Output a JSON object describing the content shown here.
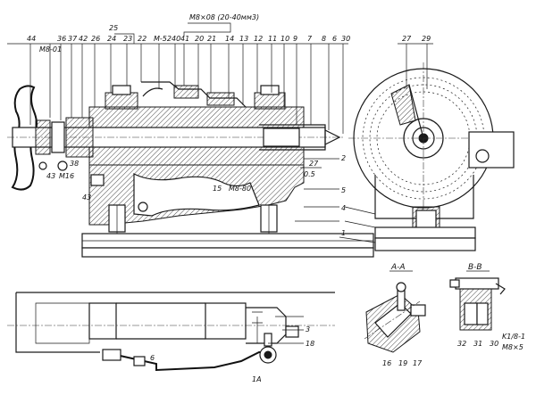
{
  "labels": {
    "top_left": [
      "44",
      "M8-01",
      "36",
      "37",
      "42",
      "26",
      "24",
      "23",
      "22",
      "M-52",
      "40",
      "41",
      "20",
      "21",
      "14",
      "13",
      "12",
      "11",
      "10",
      "9",
      "7",
      "8",
      "6",
      "30"
    ],
    "n25": "25",
    "note_top": "M8×08 (20-40мм3)",
    "right_top": [
      "27",
      "29"
    ],
    "mid_left": [
      "43",
      "M16",
      "38",
      "43"
    ],
    "mid_center": [
      "15",
      "M8-80"
    ],
    "mid_right": [
      "27",
      "0.5",
      "2",
      "5",
      "4",
      "1"
    ],
    "section_aa_title": "А-А",
    "section_bb_title": "В-В",
    "section_aa_labels": [
      "16",
      "19",
      "17"
    ],
    "section_bb_labels": [
      "32",
      "31",
      "30",
      "K1/8-1",
      "M8×5"
    ],
    "bottom_labels": [
      "6",
      "1A",
      "3",
      "18"
    ]
  }
}
